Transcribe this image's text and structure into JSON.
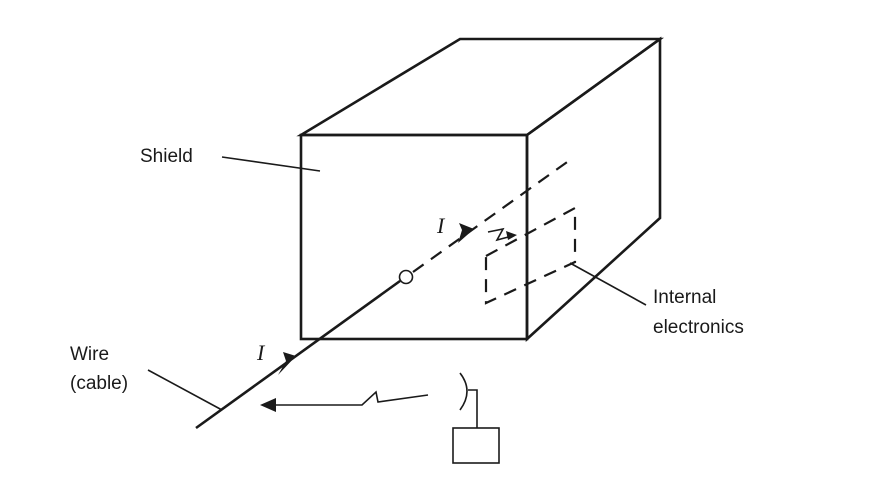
{
  "labels": {
    "shield": "Shield",
    "internal_line1": "Internal",
    "internal_line2": "electronics",
    "wire_line1": "Wire",
    "wire_line2": "(cable)",
    "current_outside": "I",
    "current_inside": "I"
  },
  "colors": {
    "ink": "#1a1a1a",
    "background": "#ffffff"
  }
}
